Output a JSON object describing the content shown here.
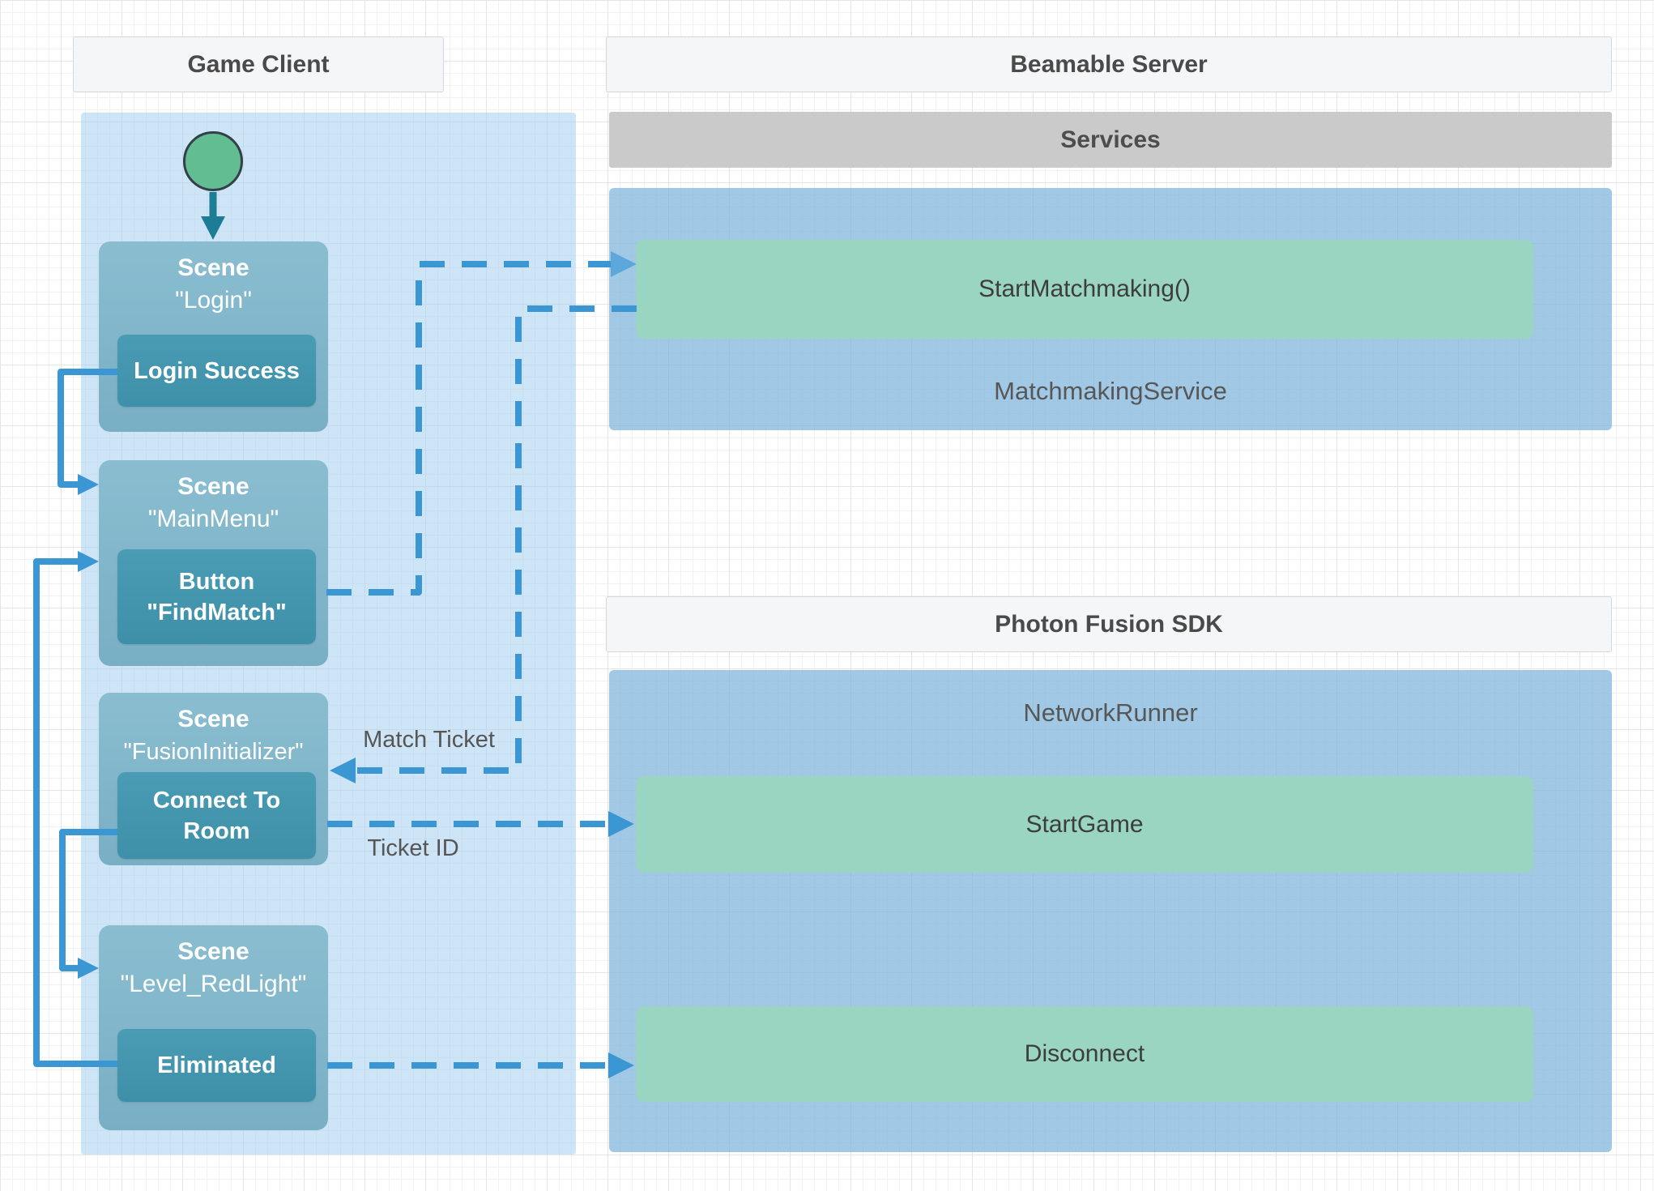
{
  "headers": {
    "game_client": "Game Client",
    "beamable_server": "Beamable Server",
    "services": "Services",
    "photon_sdk": "Photon Fusion SDK"
  },
  "beamable": {
    "method": "StartMatchmaking()",
    "service_label": "MatchmakingService"
  },
  "photon": {
    "runner_label": "NetworkRunner",
    "start_game": "StartGame",
    "disconnect": "Disconnect"
  },
  "scenes": [
    {
      "label": "Scene",
      "name": "\"Login\"",
      "action_line1": "Login Success",
      "action_line2": ""
    },
    {
      "label": "Scene",
      "name": "\"MainMenu\"",
      "action_line1": "Button",
      "action_line2": "\"FindMatch\""
    },
    {
      "label": "Scene",
      "name": "\"FusionInitializer\"",
      "action_line1": "Connect To",
      "action_line2": "Room"
    },
    {
      "label": "Scene",
      "name": "\"Level_RedLight\"",
      "action_line1": "Eliminated",
      "action_line2": ""
    }
  ],
  "edge_labels": {
    "match_ticket": "Match Ticket",
    "ticket_id": "Ticket ID"
  },
  "colors": {
    "arrow_blue": "#3b97d3",
    "arrow_teal": "#1d7d96",
    "start_node_green": "#62bd92",
    "scene_teal": "#84b8cc",
    "action_teal": "#4496b0",
    "container_blue": "#a6cce8",
    "container_light_blue": "#d9eaf6",
    "green_bar": "#9ad5c1",
    "services_gray": "#cacaca"
  }
}
